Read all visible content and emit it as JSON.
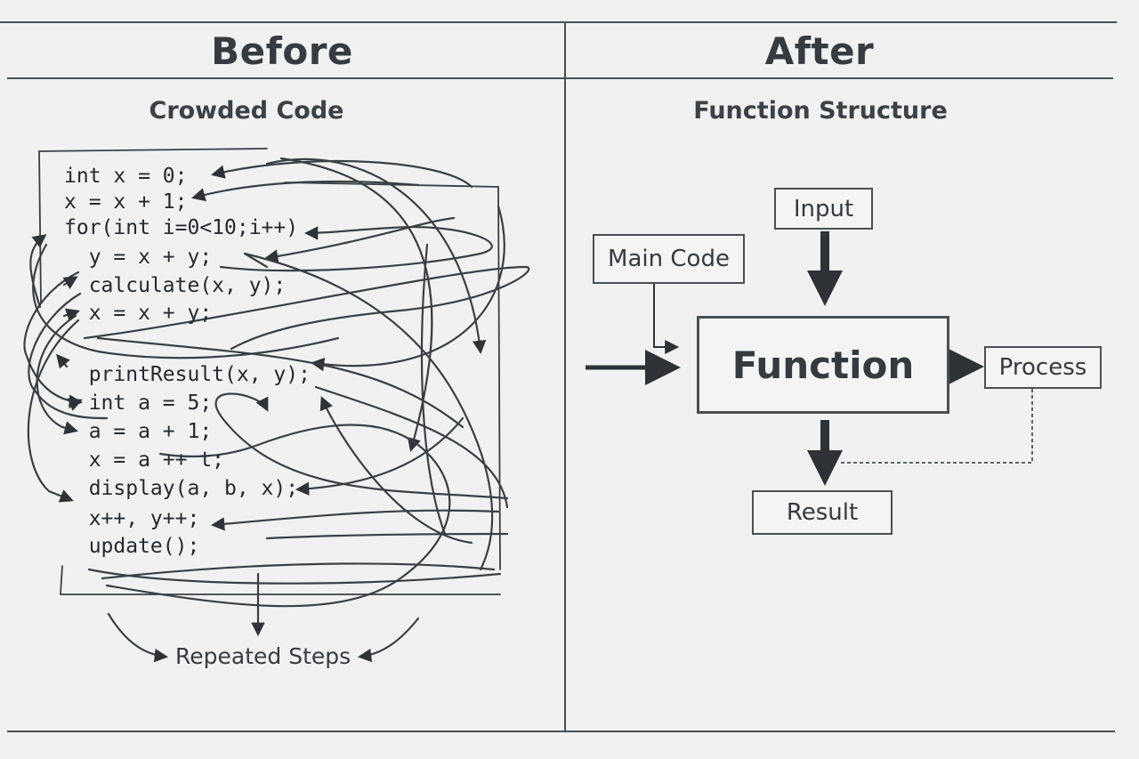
{
  "before": {
    "heading": "Before",
    "subheading": "Crowded Code",
    "code_lines": [
      "int x = 0;",
      "x = x + 1;",
      "for(int i=0<10;i++)",
      "  y = x + y;",
      "  calculate(x, y);",
      "  x = x + y;",
      "  printResult(x, y);",
      "  int a = 5;",
      "  a = a + 1;",
      "  x = a ++ t;",
      "  display(a, b, x);",
      "  x++, y++;",
      "  update();"
    ],
    "caption": "Repeated Steps"
  },
  "after": {
    "heading": "After",
    "subheading": "Function Structure",
    "nodes": {
      "input": "Input",
      "main_code": "Main Code",
      "function": "Function",
      "process": "Process",
      "result": "Result"
    }
  },
  "colors": {
    "background": "#f1f1f1",
    "ink": "#343a40",
    "line": "#4b5056"
  }
}
